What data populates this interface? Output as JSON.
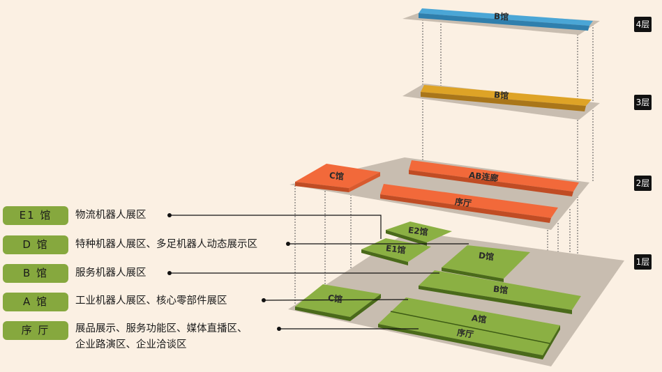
{
  "floors": [
    "4层",
    "3层",
    "2层",
    "1层"
  ],
  "halls": {
    "f4_b": "B馆",
    "f3_b": "B馆",
    "f2_c": "C馆",
    "f2_ab": "AB连廊",
    "f2_lobby": "序厅",
    "f1_e2": "E2馆",
    "f1_e1": "E1馆",
    "f1_d": "D馆",
    "f1_b": "B馆",
    "f1_c": "C馆",
    "f1_a": "A馆",
    "f1_lobby": "序厅"
  },
  "legend": [
    {
      "tag": "E1 馆",
      "desc": "物流机器人展区"
    },
    {
      "tag": "D  馆",
      "desc": "特种机器人展区、多足机器人动态展示区"
    },
    {
      "tag": "B  馆",
      "desc": "服务机器人展区"
    },
    {
      "tag": "A  馆",
      "desc": "工业机器人展区、核心零部件展区"
    },
    {
      "tag": "序 厅",
      "desc": "展品展示、服务功能区、媒体直播区、",
      "desc2": "企业路演区、企业洽谈区"
    }
  ],
  "colors": {
    "floor4": "#4aa6d6",
    "floor3": "#dea326",
    "floor2": "#f2693a",
    "floor1": "#8bb043",
    "plane": "#c8bdb0"
  }
}
